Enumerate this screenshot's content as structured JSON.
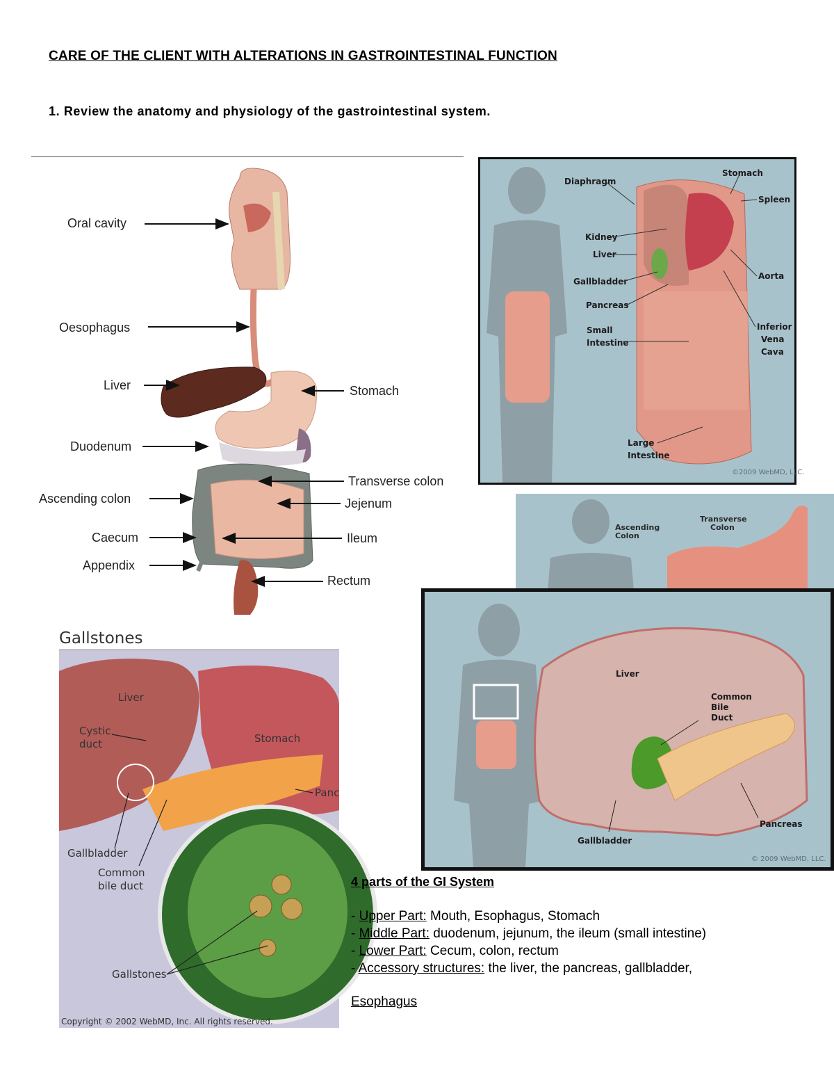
{
  "document": {
    "title": "CARE OF THE CLIENT WITH ALTERATIONS IN GASTROINTESTINAL FUNCTION",
    "objective": "1.  Review the anatomy and physiology of the gastrointestinal system."
  },
  "figure_digestive": {
    "labels": {
      "oral_cavity": "Oral cavity",
      "oesophagus": "Oesophagus",
      "liver": "Liver",
      "stomach": "Stomach",
      "duodenum": "Duodenum",
      "transverse_colon": "Transverse colon",
      "ascending_colon": "Ascending colon",
      "jejenum": "Jejenum",
      "caecum": "Caecum",
      "ileum": "Ileum",
      "appendix": "Appendix",
      "rectum": "Rectum"
    }
  },
  "panel_abdomen": {
    "labels": {
      "diaphragm": "Diaphragm",
      "stomach": "Stomach",
      "spleen": "Spleen",
      "kidney": "Kidney",
      "liver": "Liver",
      "gallbladder": "Gallbladder",
      "aorta": "Aorta",
      "pancreas": "Pancreas",
      "small_intestine_1": "Small",
      "small_intestine_2": "Intestine",
      "ivc_1": "Inferior",
      "ivc_2": "Vena",
      "ivc_3": "Cava",
      "large_intestine_1": "Large",
      "large_intestine_2": "Intestine"
    },
    "copyright": "©2009 WebMD, LLC."
  },
  "panel_colon": {
    "labels": {
      "ascending_1": "Ascending",
      "ascending_2": "Colon",
      "transverse_1": "Transverse",
      "transverse_2": "Colon"
    }
  },
  "panel_liver": {
    "labels": {
      "liver": "Liver",
      "cbd_1": "Common",
      "cbd_2": "Bile",
      "cbd_3": "Duct",
      "gallbladder": "Gallbladder",
      "pancreas": "Pancreas"
    },
    "copyright": "© 2009 WebMD, LLC."
  },
  "figure_gallstones": {
    "title": "Gallstones",
    "labels": {
      "liver": "Liver",
      "cystic_1": "Cystic",
      "cystic_2": "duct",
      "stomach": "Stomach",
      "pancreas": "Panc",
      "gallbladder": "Gallbladder",
      "cbd_1": "Common",
      "cbd_2": "bile duct",
      "gallstones": "Gallstones"
    },
    "copyright": "Copyright © 2002 WebMD, Inc. All rights reserved."
  },
  "parts": {
    "heading": "4 parts of the GI System",
    "items": [
      {
        "dash": "- ",
        "label": "Upper Part:",
        "text": " Mouth, Esophagus, Stomach"
      },
      {
        "dash": "- ",
        "label": "Middle Part:",
        "text": " duodenum, jejunum, the ileum (small intestine)"
      },
      {
        "dash": "- ",
        "label": "Lower Part:",
        "text": " Cecum, colon, rectum"
      },
      {
        "dash": "- ",
        "label": "Accessory structures:",
        "text": " the liver, the pancreas, gallbladder,"
      }
    ],
    "next_heading": "Esophagus"
  }
}
